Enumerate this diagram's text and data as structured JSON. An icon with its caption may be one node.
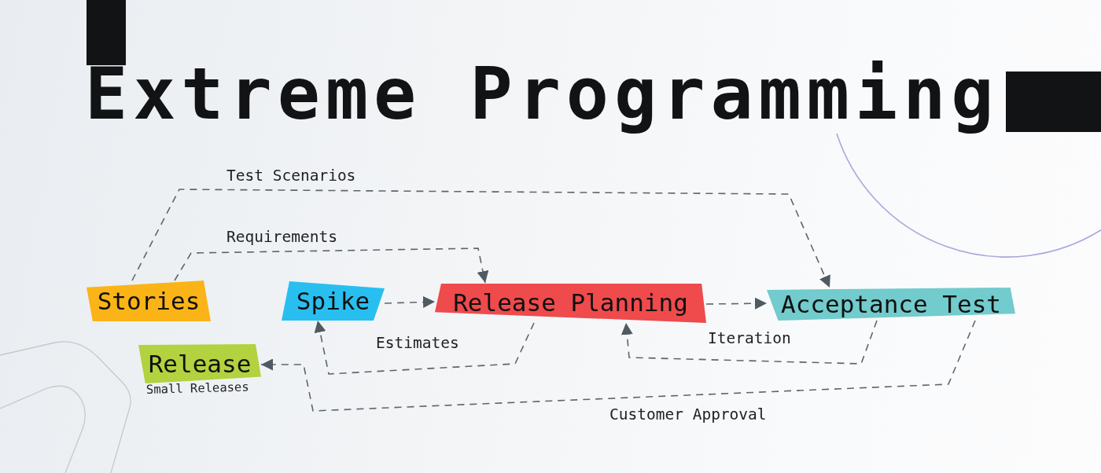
{
  "diagram": {
    "title": "Extreme Programming",
    "nodes": [
      {
        "text": [
          "Stories"
        ]
      },
      {
        "text": [
          "Spike"
        ]
      },
      {
        "text": [
          "Release Planning"
        ]
      },
      {
        "text": [
          "Acceptance Test"
        ]
      },
      {
        "text": [
          "Release"
        ],
        "beside": [
          "Small Releases"
        ]
      }
    ],
    "edges": [
      {
        "from": 0,
        "to": 3,
        "arrow": "to",
        "label": "Test Scenarios",
        "style": "dashed"
      },
      {
        "from": 0,
        "to": 2,
        "arrow": "to",
        "label": "Requirements",
        "style": "dashed"
      },
      {
        "from": 1,
        "to": 2,
        "arrow": "to",
        "style": "dashed"
      },
      {
        "from": 2,
        "to": 3,
        "arrow": "to",
        "style": "dashed"
      },
      {
        "from": 2,
        "to": 1,
        "arrow": "to",
        "label": "Estimates",
        "style": "dashed"
      },
      {
        "from": 3,
        "to": 2,
        "arrow": "to",
        "label": "Iteration",
        "style": "dashed"
      },
      {
        "from": 3,
        "to": 4,
        "arrow": "to",
        "label": "Customer Approval",
        "style": "dashed"
      }
    ]
  }
}
